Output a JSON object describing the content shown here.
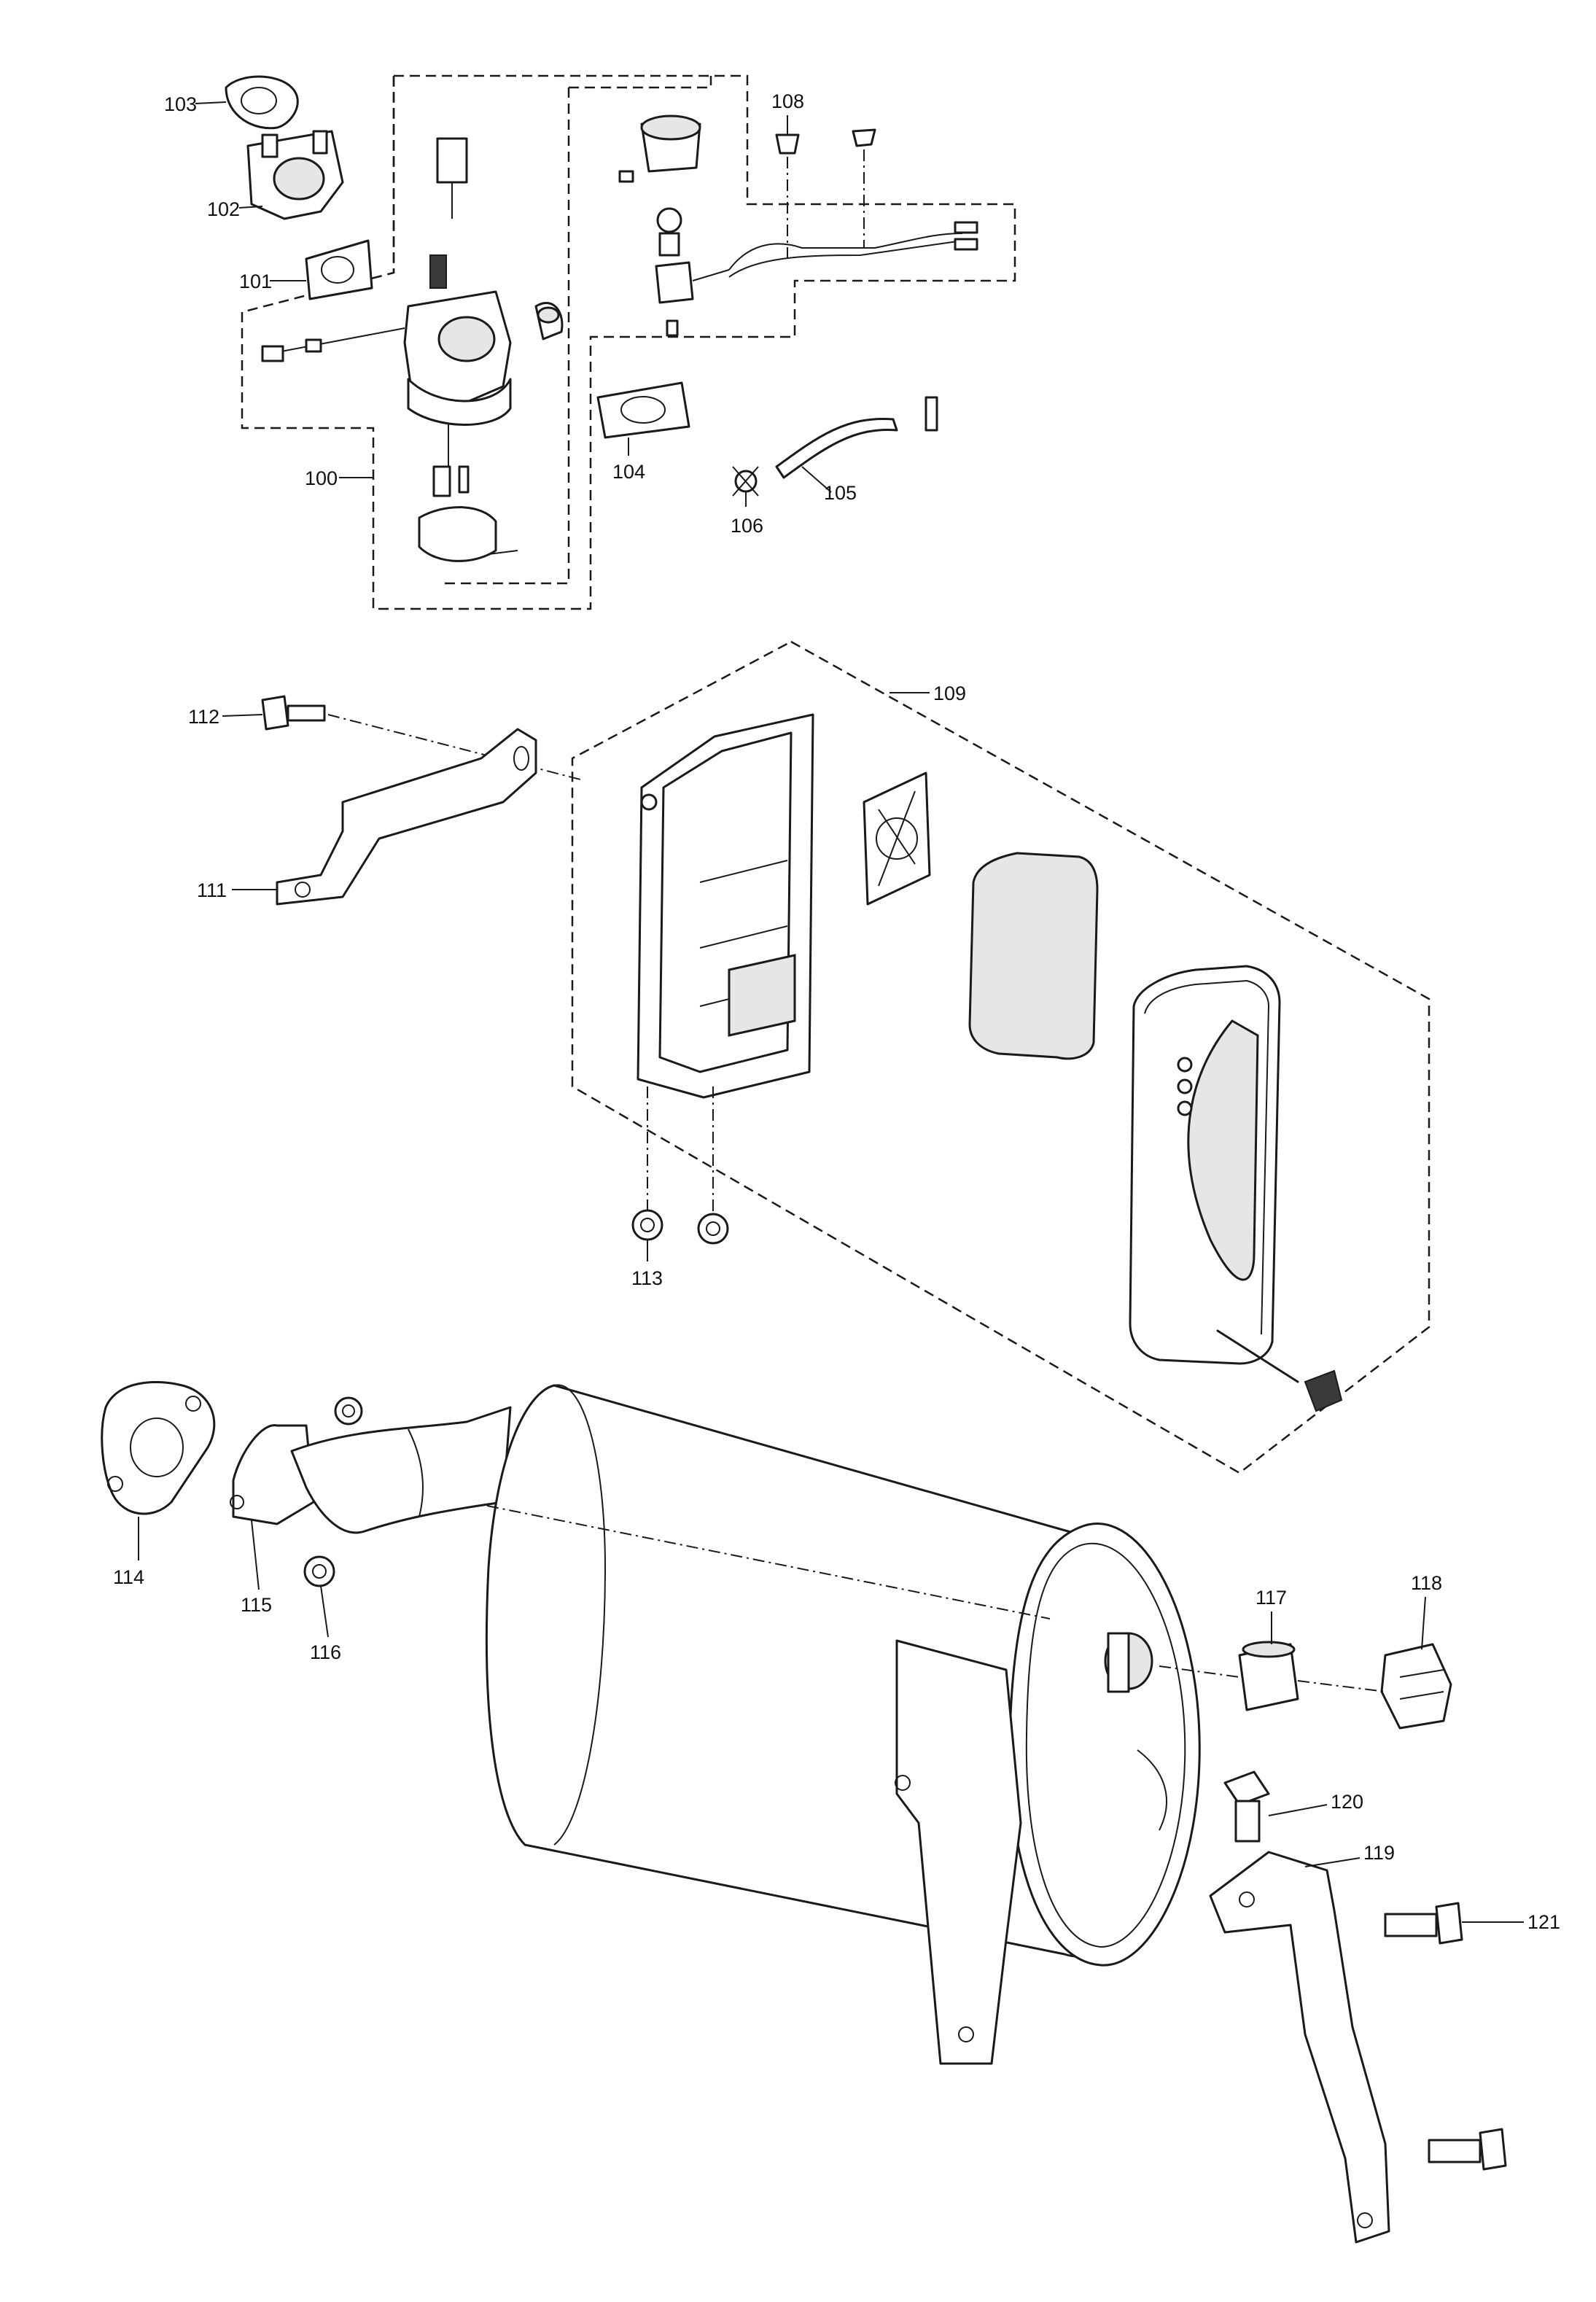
{
  "diagram": {
    "colors": {
      "line": "#1a1a1a",
      "background": "#ffffff",
      "shade": "#e6e6e6"
    },
    "callouts": [
      {
        "id": "100",
        "label": "100"
      },
      {
        "id": "101",
        "label": "101"
      },
      {
        "id": "102",
        "label": "102"
      },
      {
        "id": "103",
        "label": "103"
      },
      {
        "id": "104",
        "label": "104"
      },
      {
        "id": "105",
        "label": "105"
      },
      {
        "id": "106",
        "label": "106"
      },
      {
        "id": "108",
        "label": "108"
      },
      {
        "id": "109",
        "label": "109"
      },
      {
        "id": "111",
        "label": "111"
      },
      {
        "id": "112",
        "label": "112"
      },
      {
        "id": "113",
        "label": "113"
      },
      {
        "id": "114",
        "label": "114"
      },
      {
        "id": "115",
        "label": "115"
      },
      {
        "id": "116",
        "label": "116"
      },
      {
        "id": "117",
        "label": "117"
      },
      {
        "id": "118",
        "label": "118"
      },
      {
        "id": "119",
        "label": "119"
      },
      {
        "id": "120",
        "label": "120"
      },
      {
        "id": "121",
        "label": "121"
      }
    ]
  }
}
